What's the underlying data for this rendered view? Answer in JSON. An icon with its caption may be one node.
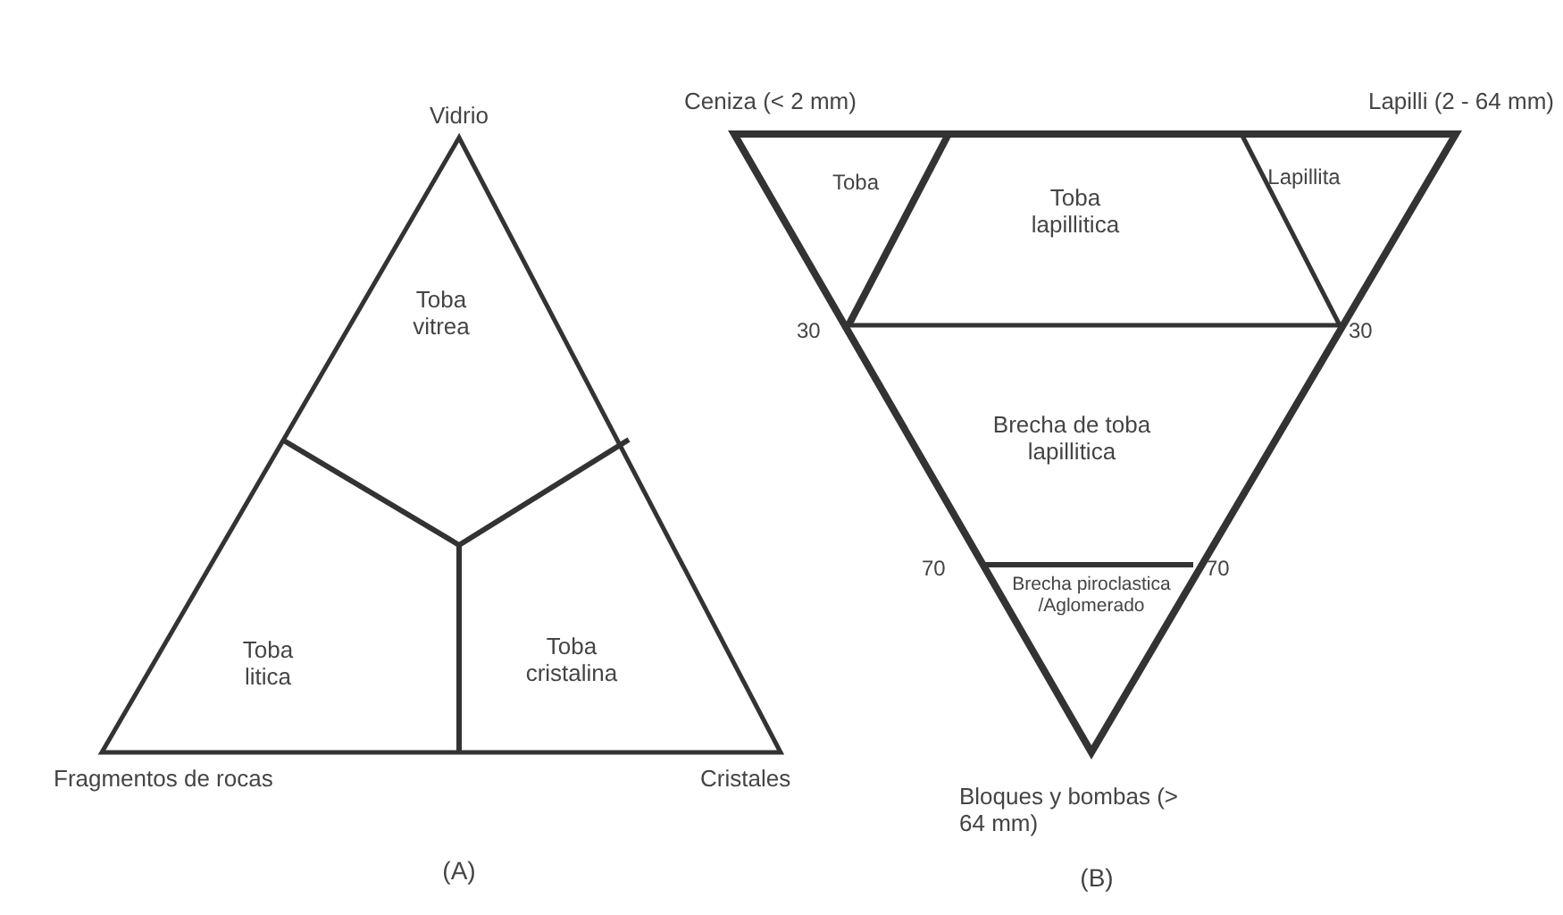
{
  "diagram": {
    "labels": [
      "Vidrio",
      "Ceniza (< 2 mm)",
      "Lapilli (2 - 64 mm)",
      "Toba",
      "Toba lapillitica",
      "Lapillita",
      "Toba vitrea",
      "30",
      "30",
      "Brecha de toba lapillitica",
      "Toba litica",
      "Toba cristalina",
      "70",
      "70",
      "Brecha piroclastica /Aglomerado",
      "Fragmentos de rocas",
      "Cristales",
      "Bloques y bombas (> 64 mm)",
      "(A)",
      "(B)"
    ]
  }
}
